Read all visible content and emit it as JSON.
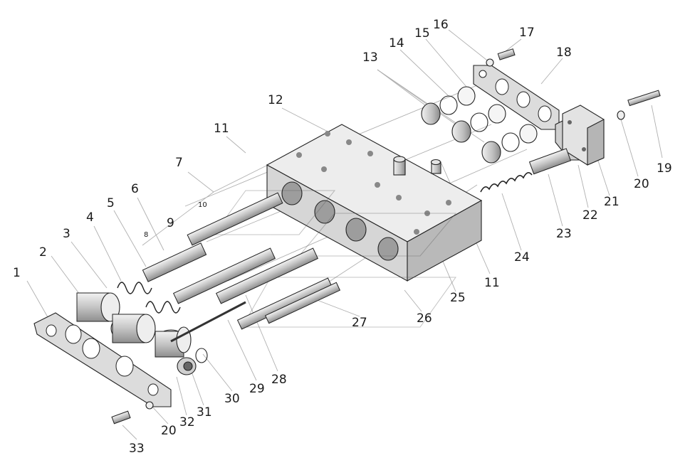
{
  "diagram": {
    "callouts": [
      {
        "id": "1",
        "text": "1"
      },
      {
        "id": "2",
        "text": "2"
      },
      {
        "id": "3",
        "text": "3"
      },
      {
        "id": "4",
        "text": "4"
      },
      {
        "id": "5",
        "text": "5"
      },
      {
        "id": "6",
        "text": "6"
      },
      {
        "id": "7",
        "text": "7"
      },
      {
        "id": "8",
        "text": "8"
      },
      {
        "id": "9",
        "text": "9"
      },
      {
        "id": "10",
        "text": "10"
      },
      {
        "id": "11a",
        "text": "11"
      },
      {
        "id": "11b",
        "text": "11"
      },
      {
        "id": "12",
        "text": "12"
      },
      {
        "id": "13",
        "text": "13"
      },
      {
        "id": "14",
        "text": "14"
      },
      {
        "id": "15",
        "text": "15"
      },
      {
        "id": "16",
        "text": "16"
      },
      {
        "id": "17",
        "text": "17"
      },
      {
        "id": "18",
        "text": "18"
      },
      {
        "id": "19",
        "text": "19"
      },
      {
        "id": "20a",
        "text": "20"
      },
      {
        "id": "20b",
        "text": "20"
      },
      {
        "id": "21",
        "text": "21"
      },
      {
        "id": "22",
        "text": "22"
      },
      {
        "id": "23",
        "text": "23"
      },
      {
        "id": "24",
        "text": "24"
      },
      {
        "id": "25",
        "text": "25"
      },
      {
        "id": "26",
        "text": "26"
      },
      {
        "id": "27",
        "text": "27"
      },
      {
        "id": "28",
        "text": "28"
      },
      {
        "id": "29",
        "text": "29"
      },
      {
        "id": "30",
        "text": "30"
      },
      {
        "id": "31",
        "text": "31"
      },
      {
        "id": "32",
        "text": "32"
      },
      {
        "id": "33",
        "text": "33"
      }
    ],
    "colors": {
      "body_light": "#e6e6e6",
      "body_mid": "#cfcfcf",
      "body_dark": "#a9a9a9",
      "line": "#222222",
      "leader": "#b0b0b0"
    }
  }
}
